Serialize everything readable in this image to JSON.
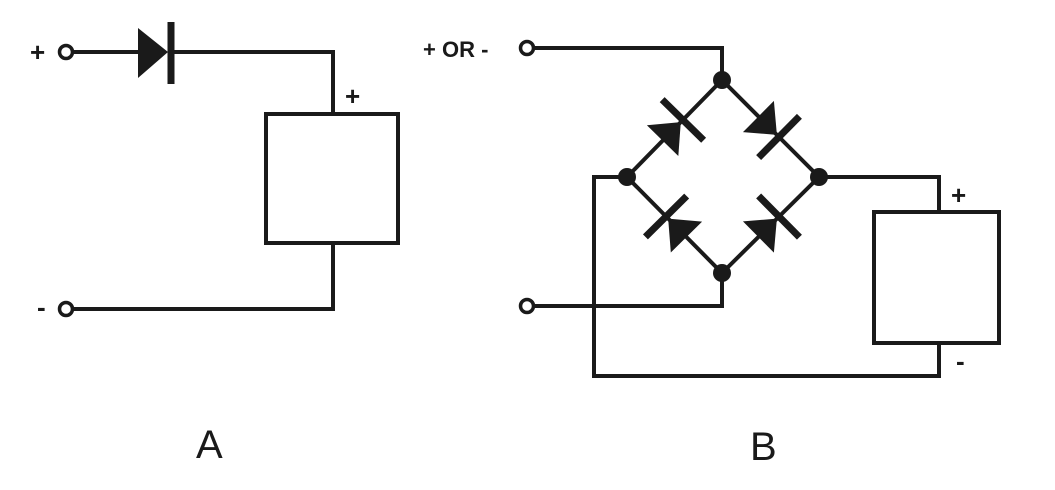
{
  "circuit_a": {
    "label": "A",
    "input_pos_label": "+",
    "input_neg_label": "-",
    "load_pos_label": "+"
  },
  "circuit_b": {
    "label": "B",
    "input_top_label": "+ OR -",
    "load_pos_label": "+",
    "load_neg_label": "-"
  },
  "colors": {
    "ink": "#1a1a1a",
    "background": "#ffffff"
  }
}
